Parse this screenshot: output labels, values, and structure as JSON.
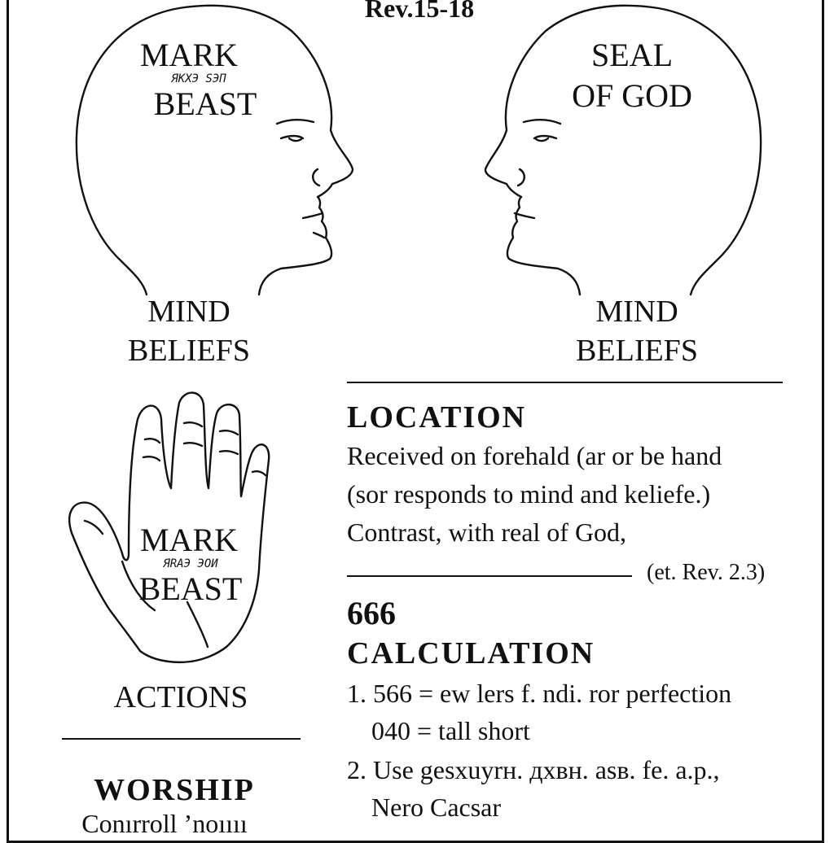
{
  "title": "Rev.15-18",
  "left_head": {
    "label_line1": "MARK",
    "tiny_script": "ЯКХЭ ЅЭП",
    "label_line2": "BEAST",
    "caption_line1": "MIND",
    "caption_line2": "BELIEFS"
  },
  "right_head": {
    "label_line1": "SEAL",
    "label_line2": "OF GOD",
    "caption_line1": "MIND",
    "caption_line2": "BELIEFS"
  },
  "hand": {
    "label_line1": "MARK",
    "tiny_script": "ЯRAЭ ЭОИ",
    "label_line2": "BEAST",
    "caption": "ACTIONS"
  },
  "worship": {
    "heading": "WORSHIP",
    "line": "Conırroll ʼnoıııı"
  },
  "location": {
    "heading": "LOCATION",
    "line1": "Received on forehald (ar or be hand",
    "line2": "(sor responds to mind and keliefe.)",
    "line3": "Contrast, with real of God,",
    "reference": "(et. Rev. 2.3)"
  },
  "calculation": {
    "number": "666",
    "heading": "CALCULATION",
    "item1_line1": "1. 566 = ew lers f. ndi. ror perfection",
    "item1_line2": "040 = tall short",
    "item2_line1": "2. Use gesxuyrн. дхвн. asв. fe. a.p.,",
    "item2_line2": "Nero Cacsar"
  },
  "colors": {
    "ink": "#111111",
    "paper": "#ffffff"
  }
}
